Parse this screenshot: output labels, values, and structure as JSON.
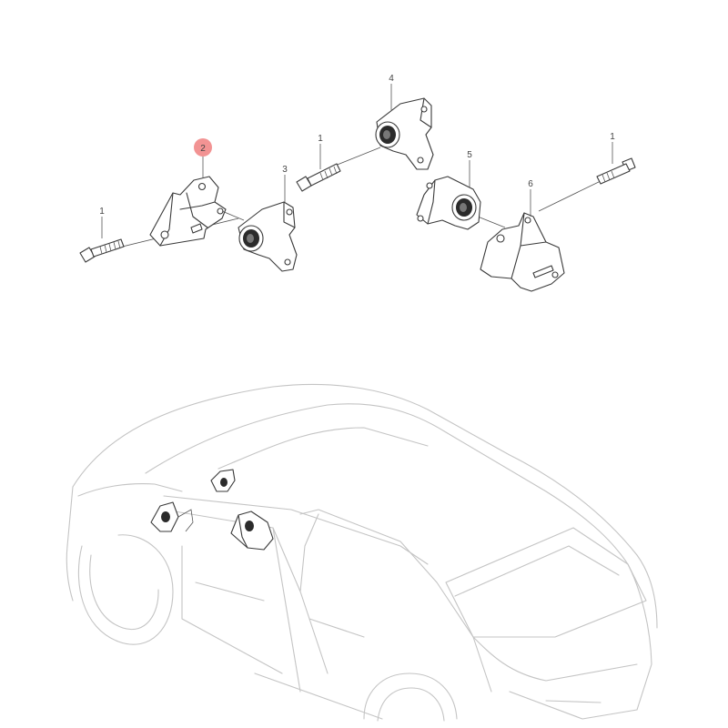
{
  "diagram": {
    "callouts": [
      {
        "id": "c1a",
        "label": "1"
      },
      {
        "id": "c2",
        "label": "2",
        "highlighted": true
      },
      {
        "id": "c3",
        "label": "3"
      },
      {
        "id": "c1b",
        "label": "1"
      },
      {
        "id": "c4",
        "label": "4"
      },
      {
        "id": "c5",
        "label": "5"
      },
      {
        "id": "c6",
        "label": "6"
      },
      {
        "id": "c1c",
        "label": "1"
      }
    ],
    "colors": {
      "highlight": "#f08080",
      "line": "#3a3a3a",
      "car_outline": "#c4c4c4"
    }
  }
}
